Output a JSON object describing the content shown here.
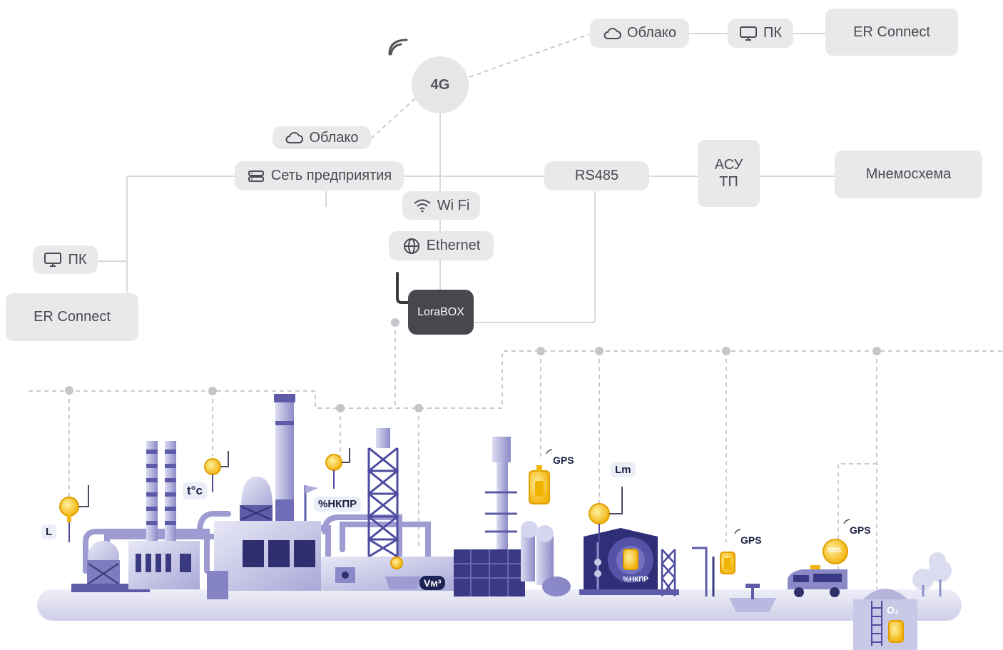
{
  "network": {
    "cloud_top": "Облако",
    "pc_top": "ПК",
    "er_connect_top": "ER Connect",
    "net_4g": "4G",
    "cloud_left": "Облако",
    "enterprise_network": "Сеть предприятия",
    "rs485": "RS485",
    "asu_line1": "АСУ",
    "asu_line2": "ТП",
    "mnemo": "Мнемосхема",
    "wifi": "Wi Fi",
    "ethernet": "Ethernet",
    "pc_left": "ПК",
    "er_connect_left": "ER Connect",
    "lorabox": "LoraBOX"
  },
  "sensors": {
    "level": "L",
    "temperature": "t°c",
    "lel_1": "%НКПР",
    "gps_1": "GPS",
    "lm": "Lm",
    "volume": "Vм³",
    "lel_2": "%НКПР",
    "gps_2": "GPS",
    "gps_3": "GPS",
    "sos": "SOS",
    "oxygen": "O₂"
  },
  "colors": {
    "node_bg": "#e9e9eb",
    "line": "#d6d6da",
    "dashed": "#c9c9cd",
    "lorabox": "#47474d",
    "factory": "#8e8cc9",
    "factory_dark": "#2f2f6a",
    "sensor": "#f7c21b"
  },
  "icons": [
    "cloud-icon",
    "monitor-icon",
    "server-icon",
    "wifi-icon",
    "globe-icon",
    "signal-icon"
  ]
}
